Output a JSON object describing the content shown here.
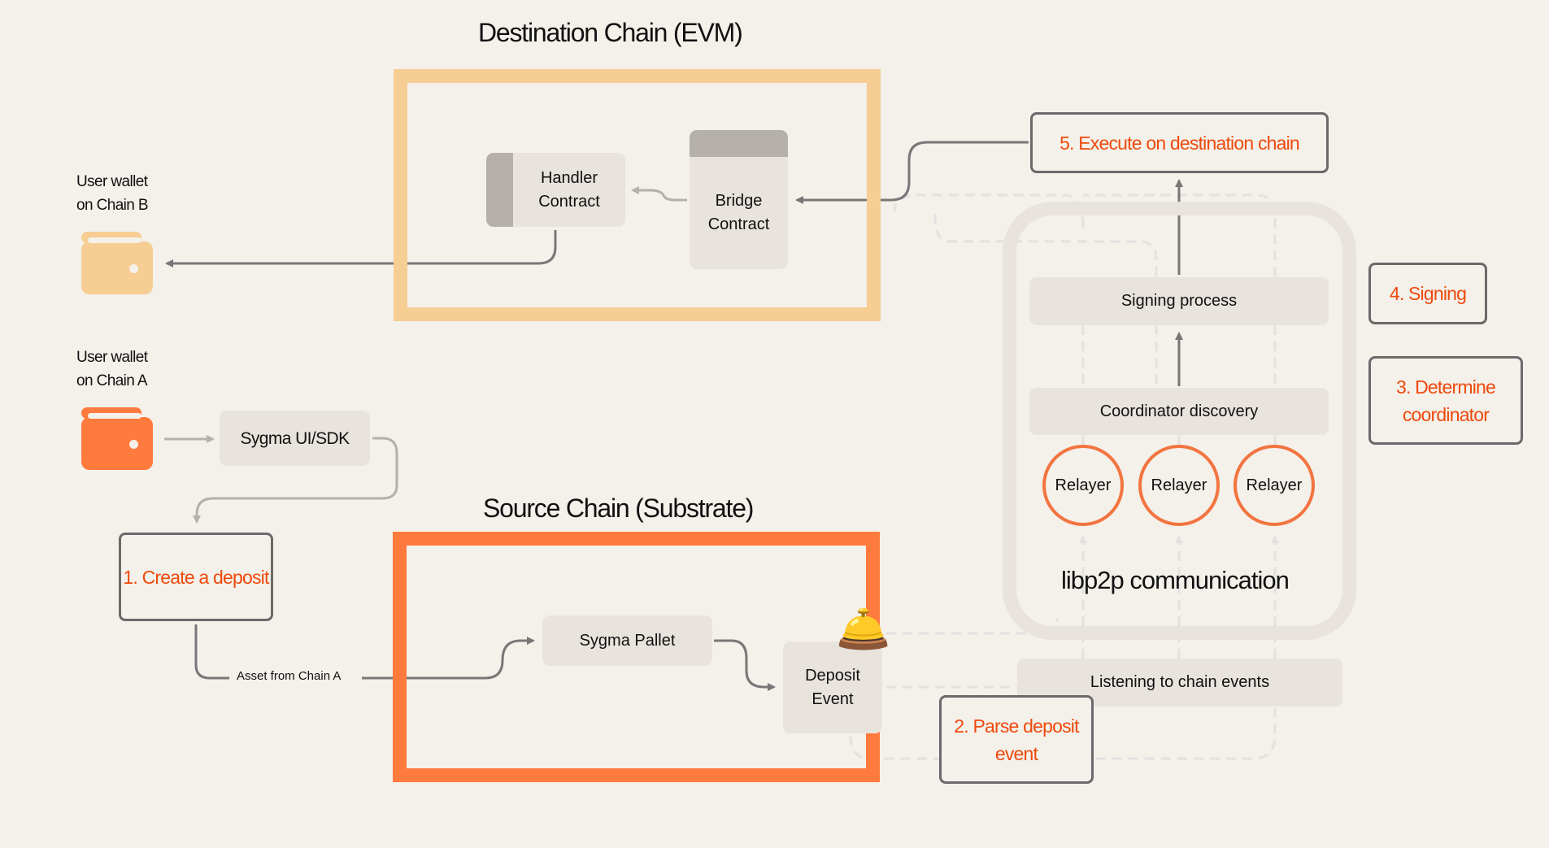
{
  "titles": {
    "destination": "Destination Chain (EVM)",
    "source": "Source Chain (Substrate)",
    "libp2p": "libp2p communication"
  },
  "wallets": {
    "chain_b": {
      "line1": "User wallet",
      "line2": "on Chain B",
      "color": "#f6cd93"
    },
    "chain_a": {
      "line1": "User wallet",
      "line2": "on Chain A",
      "color": "#ff7a3d"
    }
  },
  "nodes": {
    "handler": "Handler Contract",
    "bridge": "Bridge Contract",
    "sygma_ui": "Sygma UI/SDK",
    "sygma_pallet": "Sygma Pallet",
    "deposit_event": "Deposit Event",
    "signing_process": "Signing process",
    "coordinator_discovery": "Coordinator discovery",
    "listening": "Listening to chain events"
  },
  "relayers": [
    "Relayer",
    "Relayer",
    "Relayer"
  ],
  "steps": {
    "s1": "1. Create a deposit",
    "s2": "2. Parse deposit event",
    "s3": "3. Determine coordinator",
    "s4": "4. Signing",
    "s5": "5. Execute on destination chain"
  },
  "edge_labels": {
    "asset": "Asset from Chain A"
  },
  "icons": {
    "bell": "🛎️"
  },
  "colors": {
    "destination_chain": "#f6cd93",
    "source_chain": "#ff7a3d",
    "step_text": "#ee4a0c",
    "relayer_ring": "#f2743f",
    "node_fill": "#e8e3dd",
    "connector": "#777777"
  }
}
